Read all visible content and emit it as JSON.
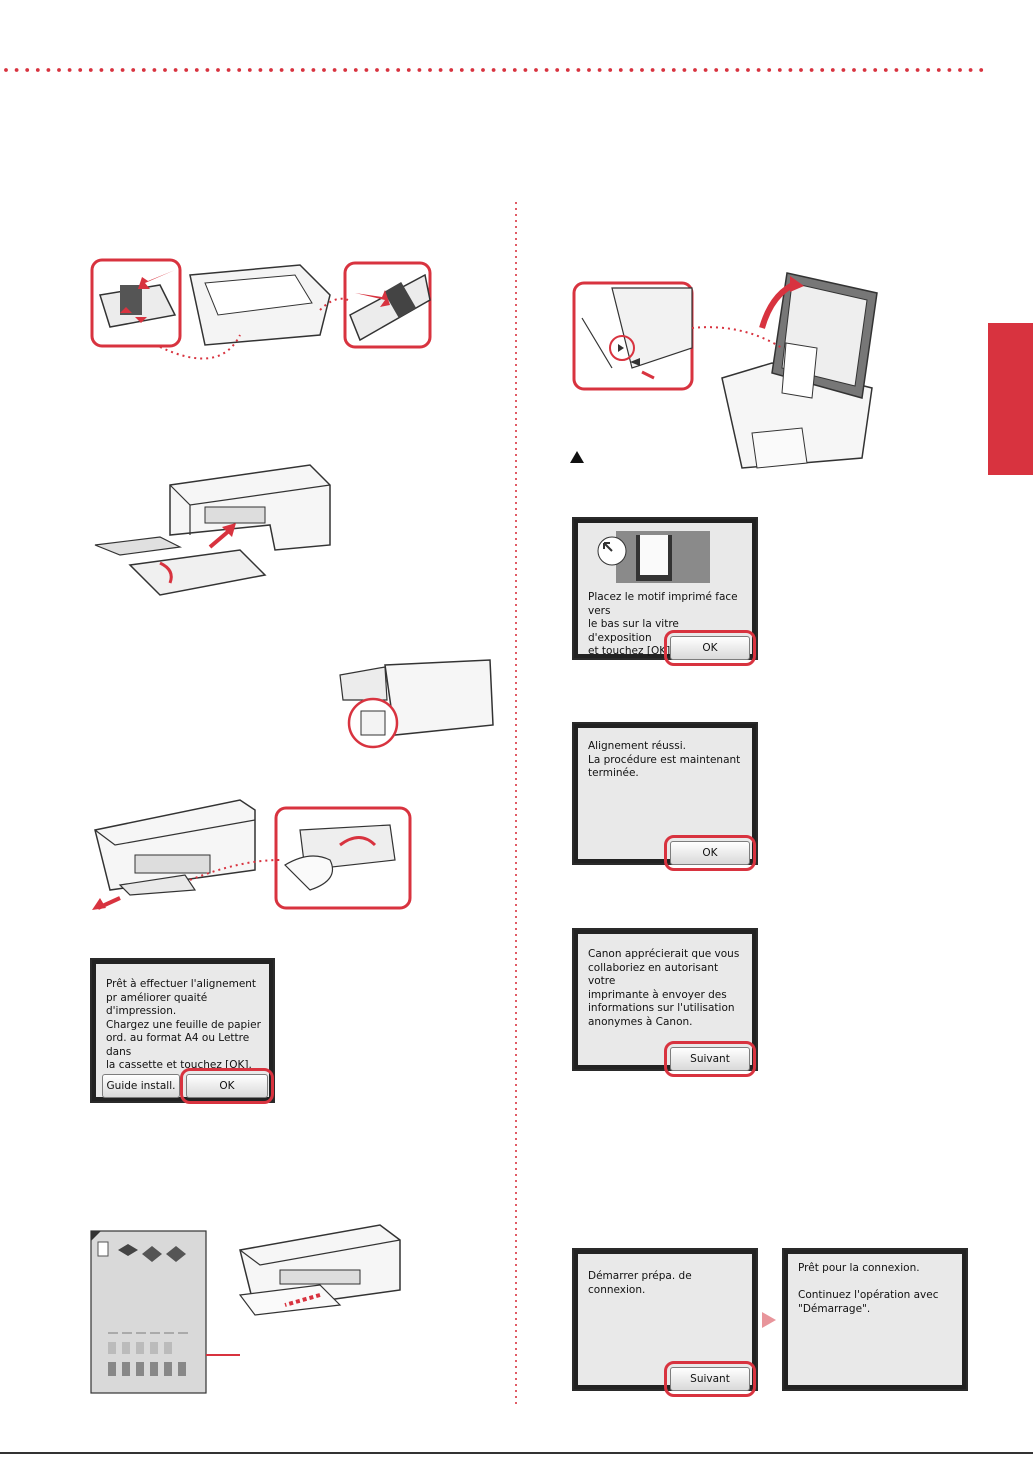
{
  "colors": {
    "accent": "#d8333f",
    "screen_bg": "#e9e9e9",
    "bezel": "#222222"
  },
  "screens": {
    "alignment_start": {
      "text": "Prêt à effectuer l'alignement\npr améliorer quaité d'impression.\nChargez une feuille de papier\nord. au format A4 ou Lettre dans\nla cassette et touchez [OK].",
      "guide_label": "Guide install.",
      "ok_label": "OK"
    },
    "place_pattern": {
      "text": "Placez le motif imprimé face vers\nle bas sur la vitre d'exposition\net touchez [OK].",
      "ok_label": "OK"
    },
    "alignment_done": {
      "text": "Alignement réussi.\nLa procédure est maintenant\nterminée.",
      "ok_label": "OK"
    },
    "canon_info": {
      "text": "Canon apprécierait que vous\ncollaboriez en autorisant votre\nimprimante à envoyer des\ninformations sur l'utilisation\nanonymes à Canon.",
      "next_label": "Suivant"
    },
    "connection_start": {
      "text": "Démarrer prépa. de connexion.",
      "next_label": "Suivant"
    },
    "connection_ready": {
      "text": "Prêt pour la connexion.\n\nContinuez l'opération avec\n\"Démarrage\"."
    }
  }
}
